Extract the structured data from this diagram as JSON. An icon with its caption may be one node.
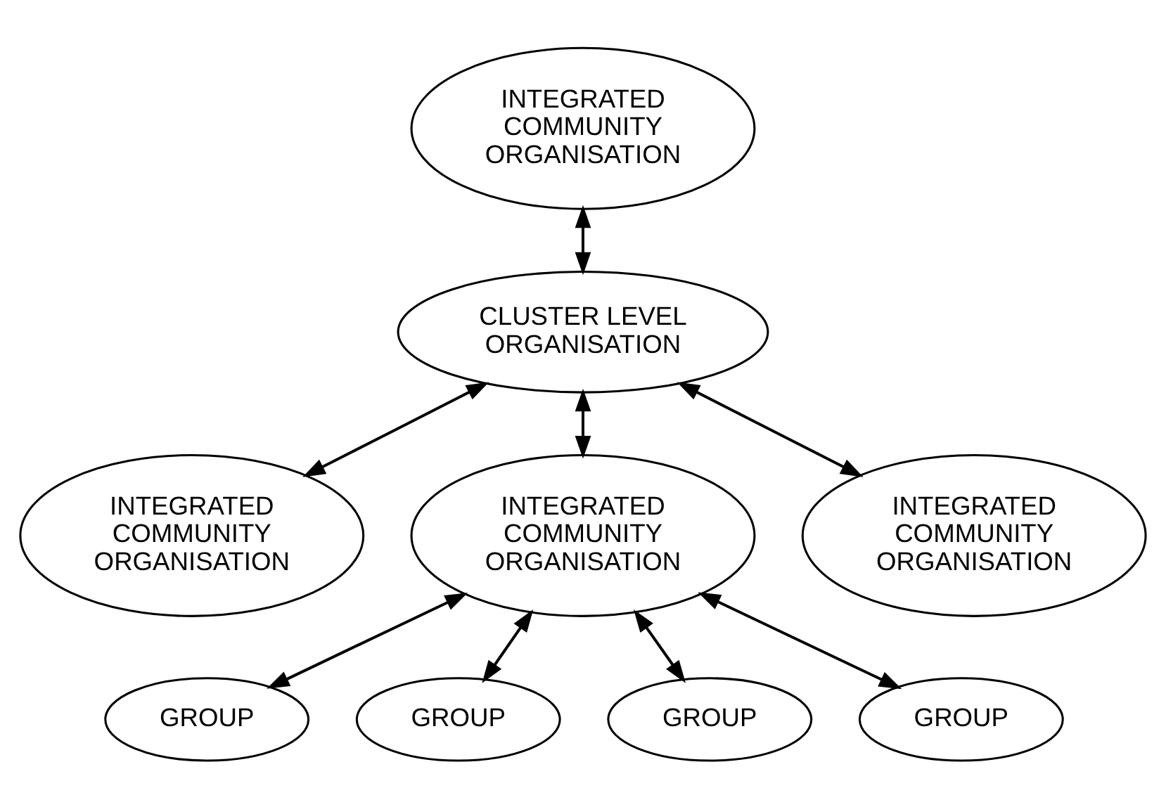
{
  "diagram": {
    "nodes": [
      {
        "text": [
          "CLUSTER LEVEL ORGANISATION"
        ]
      },
      {
        "text": [
          "INTEGRATED COMMUNITY ORGANISATION"
        ]
      },
      {
        "text": [
          "INTEGRATED COMMUNITY ORGANISATION"
        ]
      },
      {
        "text": [
          "INTEGRATED COMMUNITY ORGANISATION"
        ]
      },
      {
        "text": [
          "INTEGRATED COMMUNITY ORGANISATION"
        ]
      },
      {
        "text": [
          "GROUP"
        ]
      },
      {
        "text": [
          "GROUP"
        ]
      },
      {
        "text": [
          "GROUP"
        ]
      },
      {
        "text": [
          "GROUP"
        ]
      }
    ],
    "edges": [
      {
        "from": 1,
        "to": 0,
        "arrow": "both"
      },
      {
        "from": 0,
        "to": 2,
        "arrow": "both"
      },
      {
        "from": 0,
        "to": 3,
        "arrow": "both"
      },
      {
        "from": 0,
        "to": 4,
        "arrow": "both"
      },
      {
        "from": 3,
        "to": 5,
        "arrow": "both"
      },
      {
        "from": 3,
        "to": 6,
        "arrow": "both"
      },
      {
        "from": 3,
        "to": 7,
        "arrow": "both"
      },
      {
        "from": 3,
        "to": 8,
        "arrow": "both"
      }
    ]
  }
}
